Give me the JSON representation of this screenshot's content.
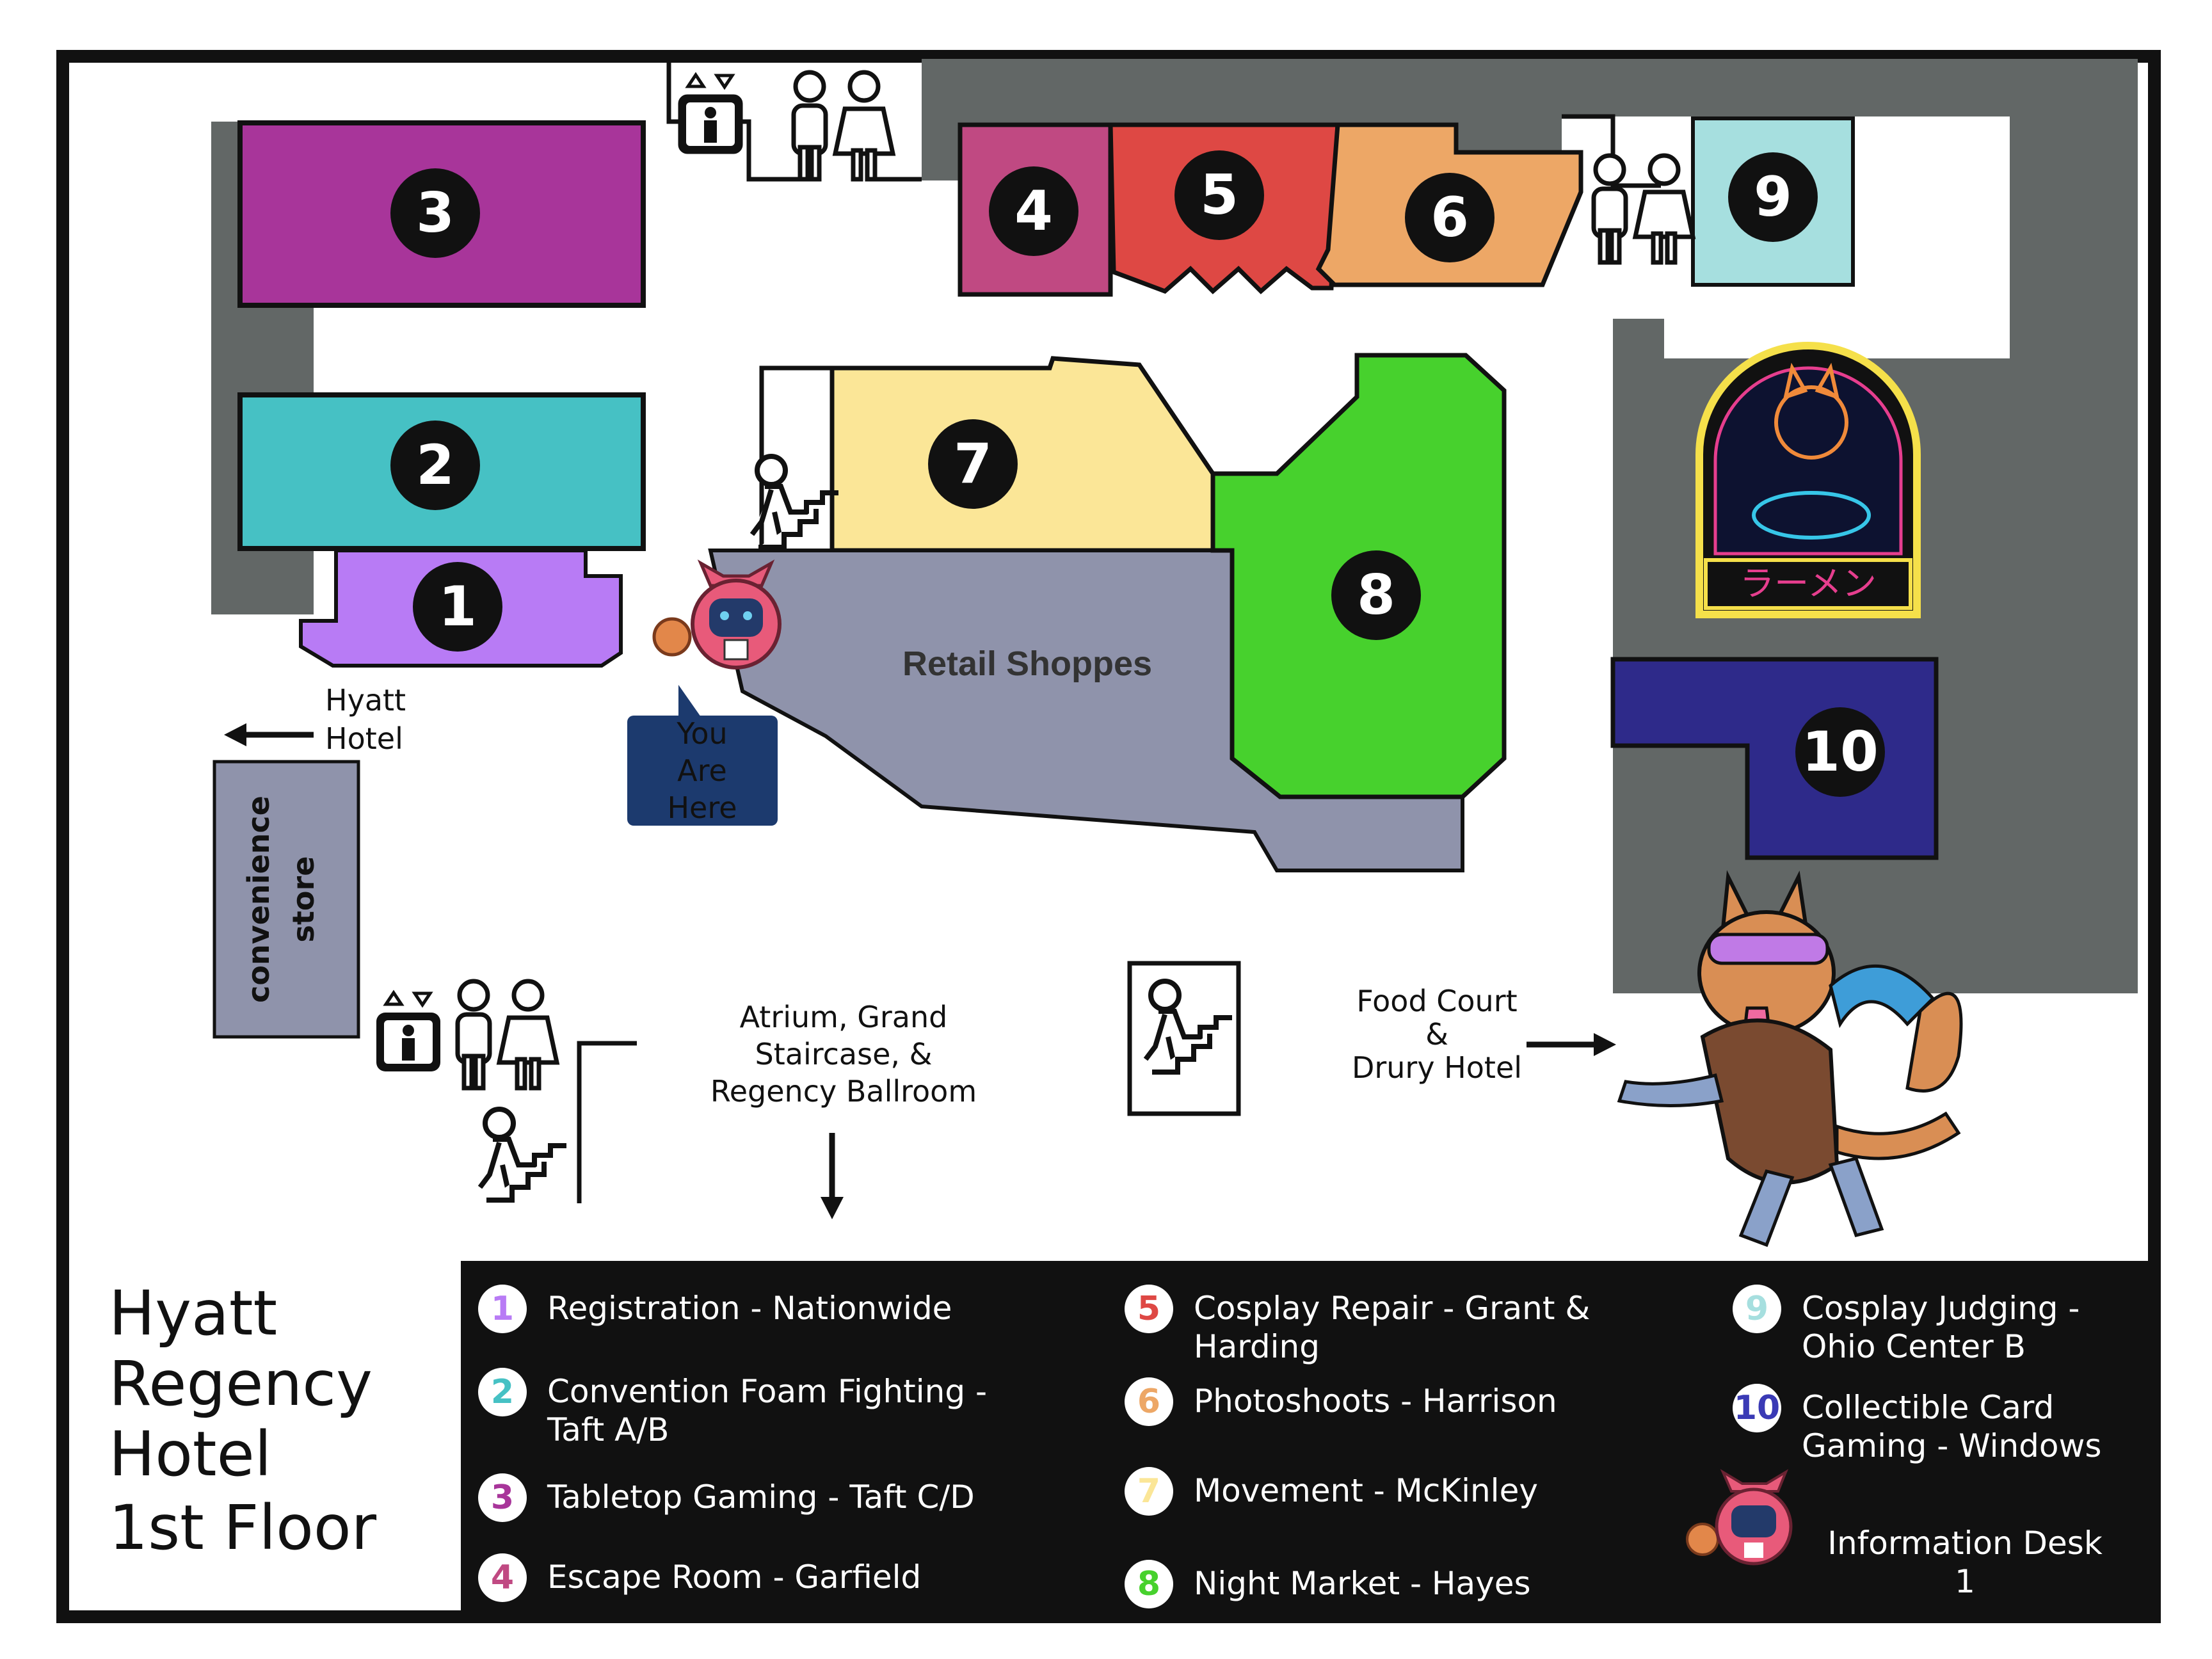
{
  "title": {
    "line1": "Hyatt",
    "line2": "Regency",
    "line3": "Hotel",
    "line4": "1st Floor"
  },
  "rooms": [
    {
      "num": "1",
      "color": "#b87bf5"
    },
    {
      "num": "2",
      "color": "#46c1c4"
    },
    {
      "num": "3",
      "color": "#a8359a"
    },
    {
      "num": "4",
      "color": "#c04982"
    },
    {
      "num": "5",
      "color": "#de4844"
    },
    {
      "num": "6",
      "color": "#eda766"
    },
    {
      "num": "7",
      "color": "#fbe697"
    },
    {
      "num": "8",
      "color": "#47d12d"
    },
    {
      "num": "9",
      "color": "#a6dfdf"
    },
    {
      "num": "10",
      "color": "#2e2a8a"
    }
  ],
  "places": {
    "retail": "Retail Shoppes",
    "convenience_line1": "convenience",
    "convenience_line2": "store",
    "hyatt_line1": "Hyatt",
    "hyatt_line2": "Hotel",
    "you_are_here_line1": "You",
    "you_are_here_line2": "Are",
    "you_are_here_line3": "Here",
    "atrium_line1": "Atrium, Grand",
    "atrium_line2": "Staircase, &",
    "atrium_line3": "Regency Ballroom",
    "food_line1": "Food Court",
    "food_line2": "&",
    "food_line3": "Drury Hotel",
    "ramen_sign": "ラーメン"
  },
  "legend": [
    {
      "num": "1",
      "color": "#b87bf5",
      "line1": "Registration - Nationwide",
      "line2": ""
    },
    {
      "num": "2",
      "color": "#46c1c4",
      "line1": "Convention Foam Fighting -",
      "line2": "Taft A/B"
    },
    {
      "num": "3",
      "color": "#a8359a",
      "line1": "Tabletop Gaming -  Taft C/D",
      "line2": ""
    },
    {
      "num": "4",
      "color": "#c04982",
      "line1": "Escape Room - Garfield",
      "line2": ""
    },
    {
      "num": "5",
      "color": "#de4844",
      "line1": "Cosplay Repair - Grant &",
      "line2": "Harding"
    },
    {
      "num": "6",
      "color": "#eda766",
      "line1": "Photoshoots - Harrison",
      "line2": ""
    },
    {
      "num": "7",
      "color": "#fbe697",
      "line1": "Movement - McKinley",
      "line2": ""
    },
    {
      "num": "8",
      "color": "#47d12d",
      "line1": "Night Market - Hayes",
      "line2": ""
    },
    {
      "num": "9",
      "color": "#a6dfdf",
      "line1": "Cosplay Judging -",
      "line2": "Ohio Center B"
    },
    {
      "num": "10",
      "color": "#3a3ab5",
      "line1": "Collectible Card",
      "line2": "Gaming - Windows"
    }
  ],
  "info_desk": {
    "line1": "Information Desk",
    "line2": "1"
  }
}
